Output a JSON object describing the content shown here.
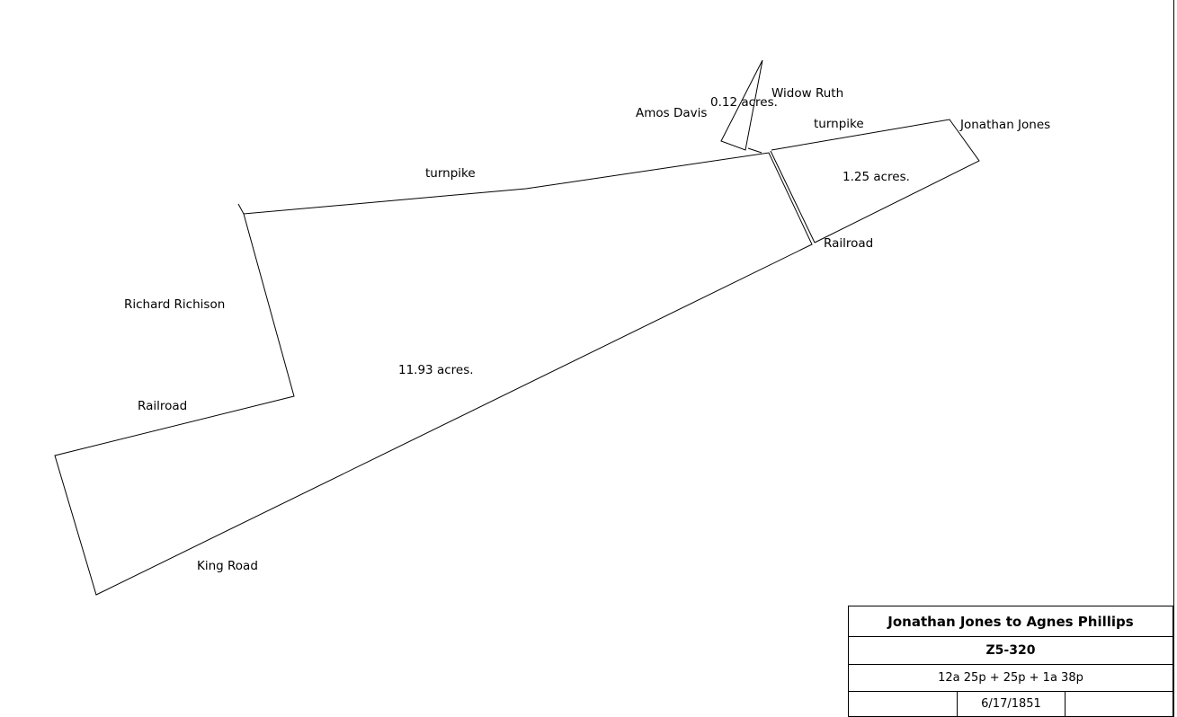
{
  "parcels": [
    {
      "id": "main",
      "area": "11.93 acres."
    },
    {
      "id": "east",
      "area": "1.25 acres."
    },
    {
      "id": "small",
      "area": "0.12 acres."
    }
  ],
  "labels": {
    "turnpike_west": "turnpike",
    "turnpike_east": "turnpike",
    "amos_davis": "Amos Davis",
    "widow_ruth": "Widow Ruth",
    "jonathan_jones": "Jonathan Jones",
    "railroad_east": "Railroad",
    "richard_richison": "Richard Richison",
    "railroad_west": "Railroad",
    "king_road": "King Road"
  },
  "title_block": {
    "title": "Jonathan Jones to Agnes Phillips",
    "id": "Z5-320",
    "area_summary": "12a 25p + 25p + 1a 38p",
    "date": "6/17/1851",
    "cell_left": "",
    "cell_right": ""
  }
}
